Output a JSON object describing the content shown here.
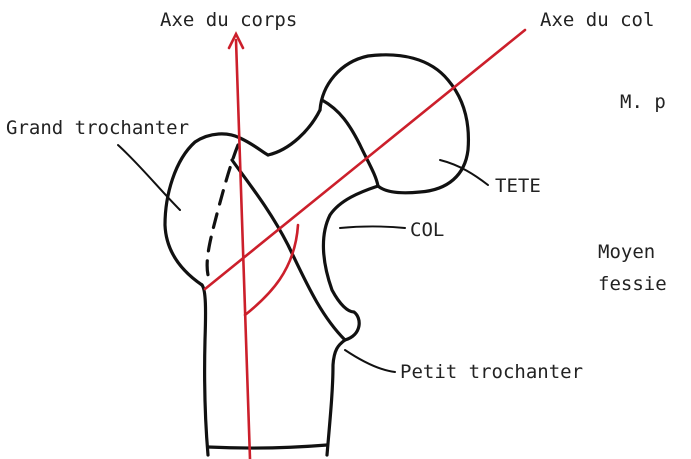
{
  "labels": {
    "axe_corps": "Axe du corps",
    "axe_col": "Axe du col",
    "grand_trochanter": "Grand trochanter",
    "tete": "TETE",
    "col": "COL",
    "petit_trochanter": "Petit trochanter",
    "m_p": "M. p",
    "moyen": "Moyen",
    "fessier": "fessie"
  },
  "colors": {
    "axis_red": "#cc1f2b",
    "ink": "#111111"
  }
}
